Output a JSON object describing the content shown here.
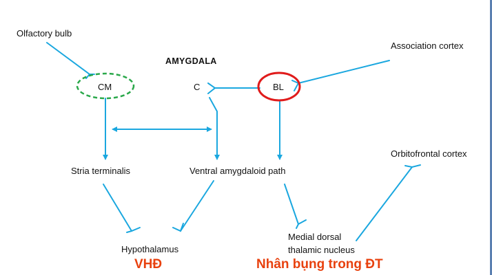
{
  "title": "AMYGDALA",
  "nodes": {
    "olfactory_bulb": "Olfactory bulb",
    "cm": "CM",
    "c": "C",
    "bl": "BL",
    "association_cortex": "Association cortex",
    "stria_terminalis": "Stria terminalis",
    "ventral_amygdaloid_path": "Ventral amygdaloid path",
    "orbitofrontal_cortex": "Orbitofrontal cortex",
    "hypothalamus": "Hypothalamus",
    "medial_dorsal_line1": "Medial dorsal",
    "medial_dorsal_line2": "thalamic nucleus"
  },
  "annotations": {
    "vhd": "VHĐ",
    "nhan_bung": "Nhân bụng trong ĐT"
  },
  "colors": {
    "line": "#1aa7df",
    "cm_outline": "#2aa84a",
    "bl_outline": "#e01b1b",
    "annotation": "#e8410e",
    "right_rule": "#5a7fb0"
  }
}
